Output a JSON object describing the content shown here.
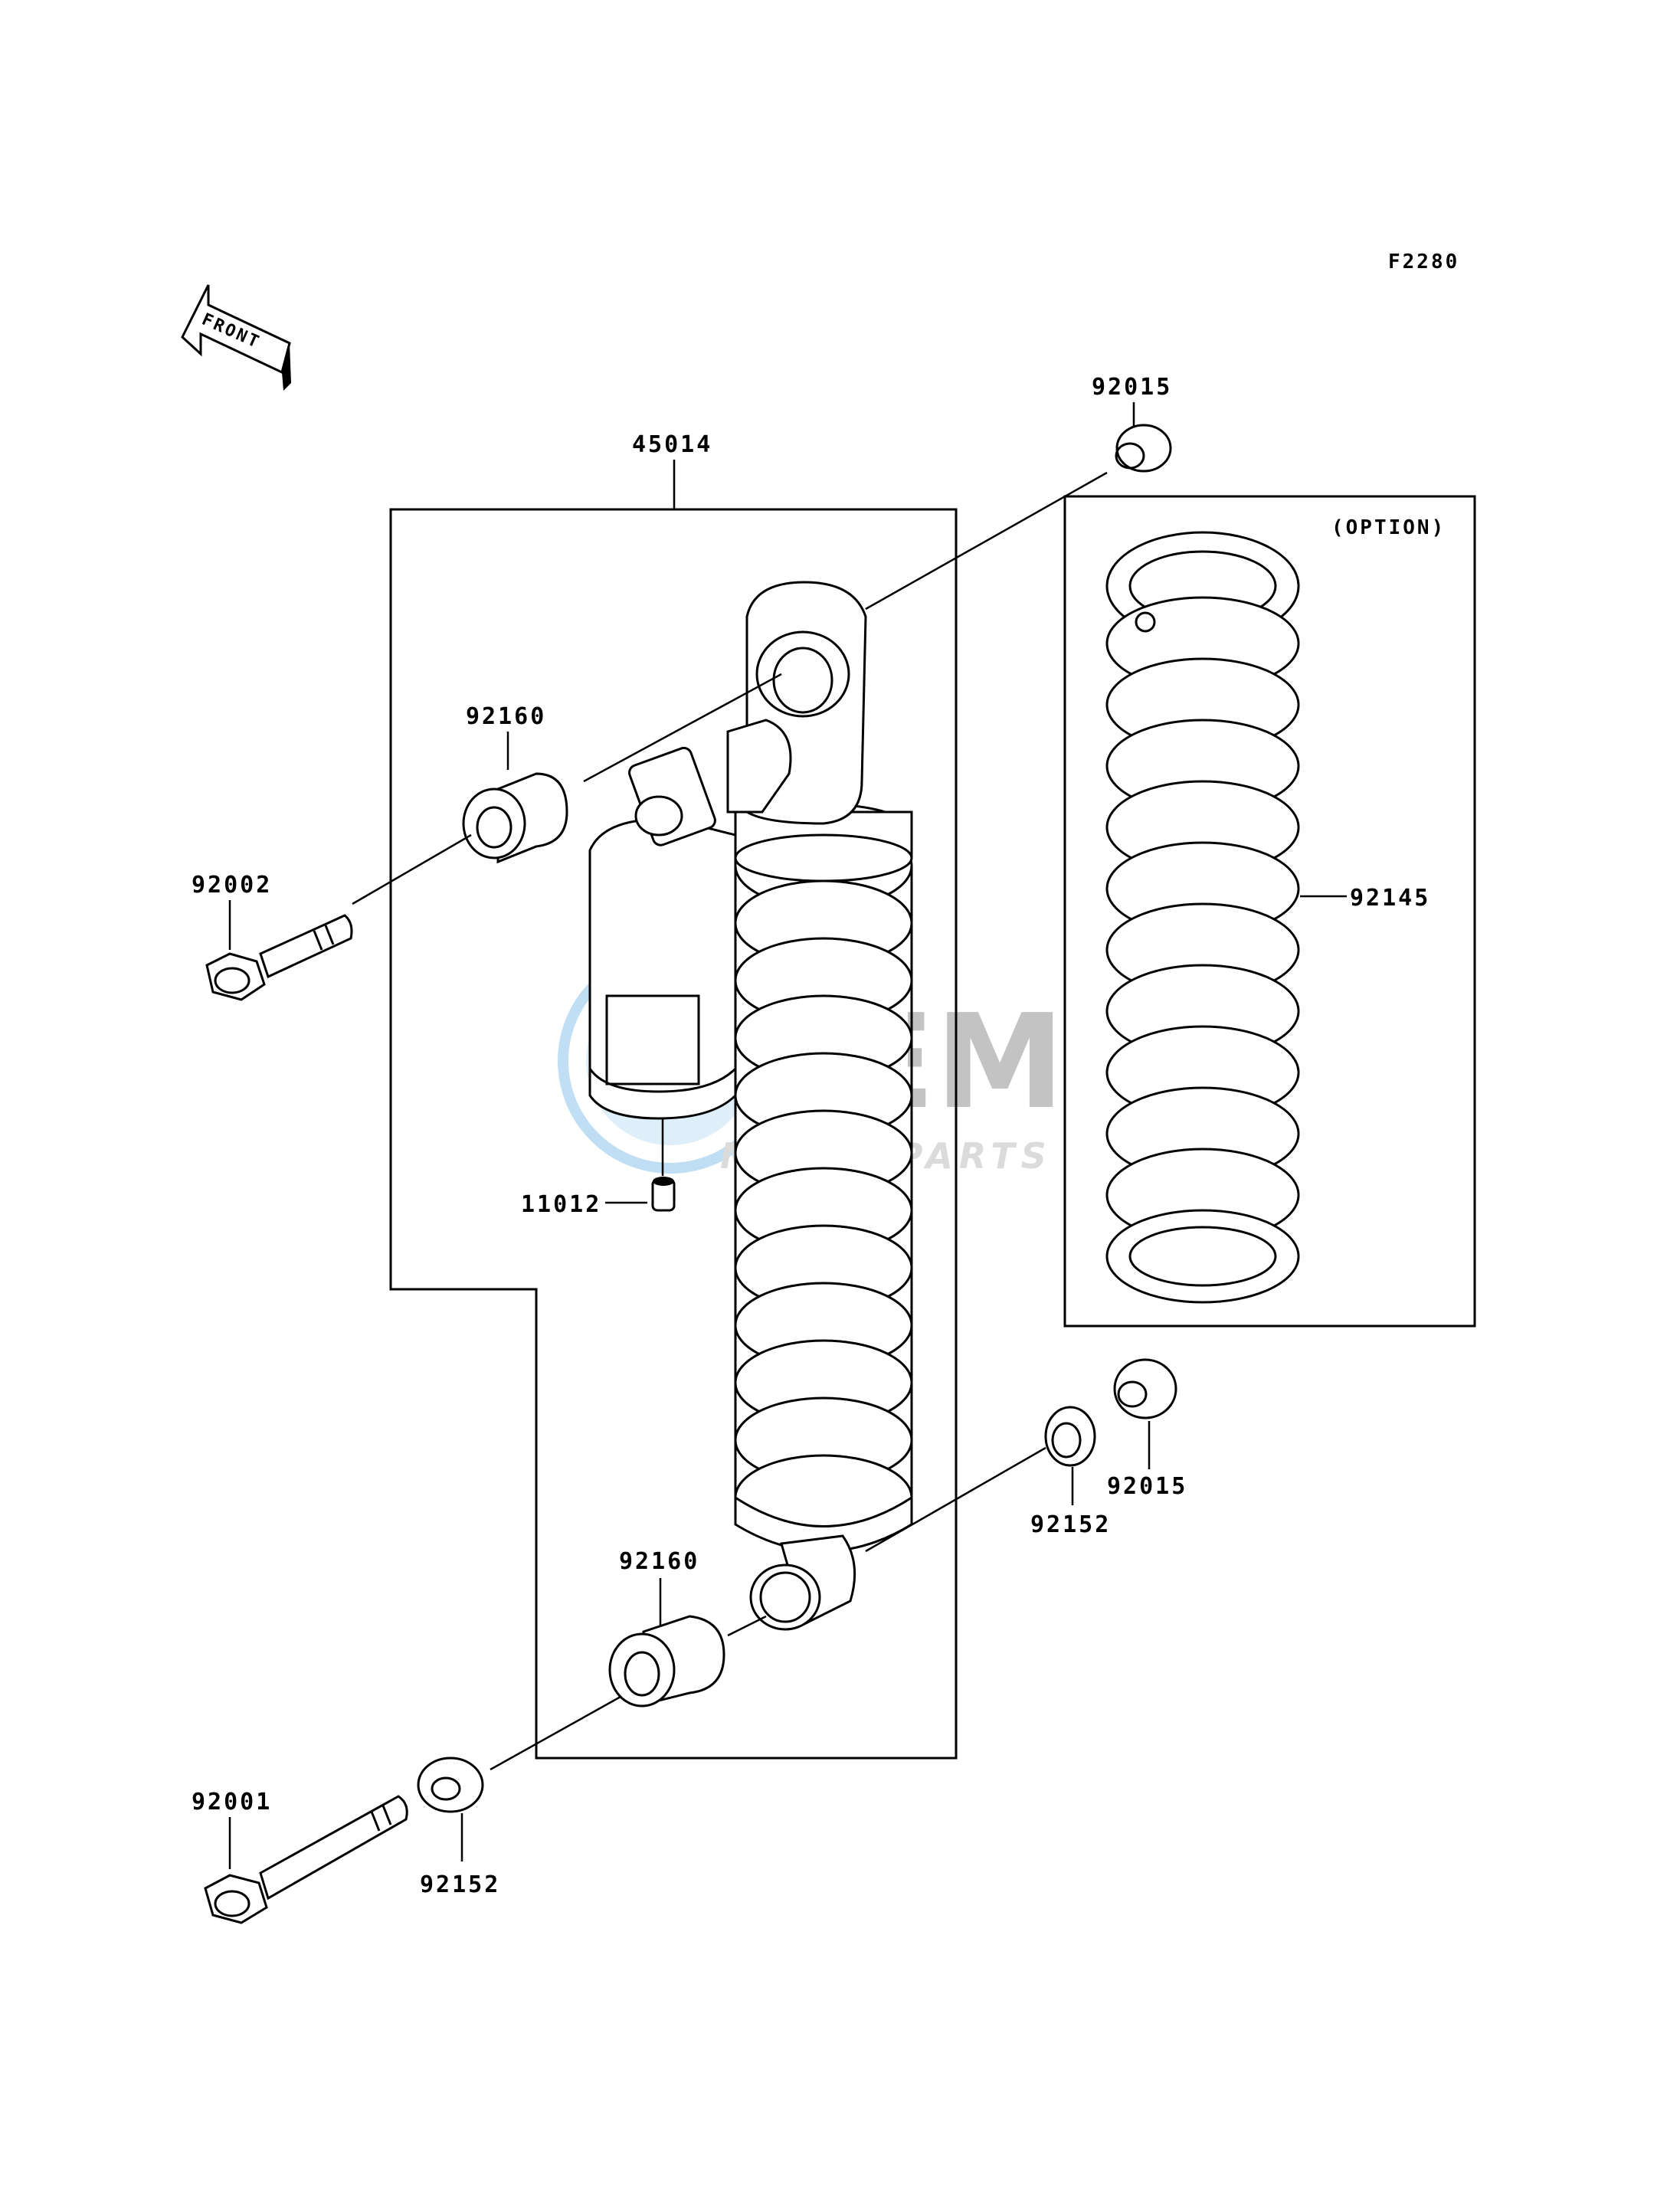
{
  "diagram_code": "F2280",
  "front_arrow_text": "FRONT",
  "option_label": "(OPTION)",
  "watermark": {
    "brand": "OEM",
    "sub": "MOTORPARTS",
    "color": "#4aa3df"
  },
  "labels": {
    "shock_assembly": "45014",
    "top_nut": "92015",
    "upper_collar": "92160",
    "upper_bolt": "92002",
    "option_spring": "92145",
    "valve": "11012",
    "lower_nut": "92015",
    "lower_washer_right": "92152",
    "lower_collar": "92160",
    "lower_bolt": "92001",
    "lower_washer_left": "92152"
  }
}
